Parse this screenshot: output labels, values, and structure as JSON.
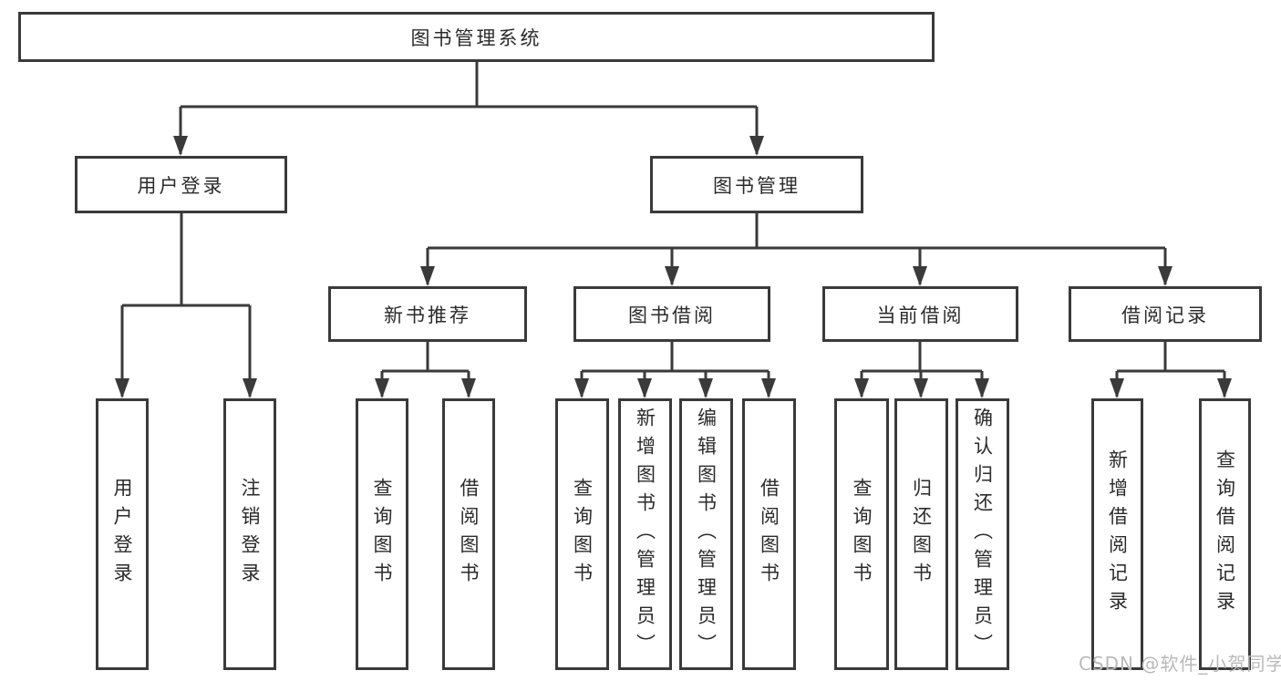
{
  "title": "图书管理系统",
  "colors": {
    "line": "#3a3a3a",
    "text": "#2b2b2b",
    "watermark": "#b9b9b9",
    "background": "#ffffff"
  },
  "tree": {
    "label": "图书管理系统",
    "children": [
      {
        "label": "用户登录",
        "children": [
          {
            "label": "用户登录"
          },
          {
            "label": "注销登录"
          }
        ]
      },
      {
        "label": "图书管理",
        "children": [
          {
            "label": "新书推荐",
            "children": [
              {
                "label": "查询图书"
              },
              {
                "label": "借阅图书"
              }
            ]
          },
          {
            "label": "图书借阅",
            "children": [
              {
                "label": "查询图书"
              },
              {
                "label": "新增图书（管理员）"
              },
              {
                "label": "编辑图书（管理员）"
              },
              {
                "label": "借阅图书"
              }
            ]
          },
          {
            "label": "当前借阅",
            "children": [
              {
                "label": "查询图书"
              },
              {
                "label": "归还图书"
              },
              {
                "label": "确认归还（管理员）"
              }
            ]
          },
          {
            "label": "借阅记录",
            "children": [
              {
                "label": "新增借阅记录"
              },
              {
                "label": "查询借阅记录"
              }
            ]
          }
        ]
      }
    ]
  },
  "watermark": {
    "text": "CSDN @软件_小贺同学"
  }
}
